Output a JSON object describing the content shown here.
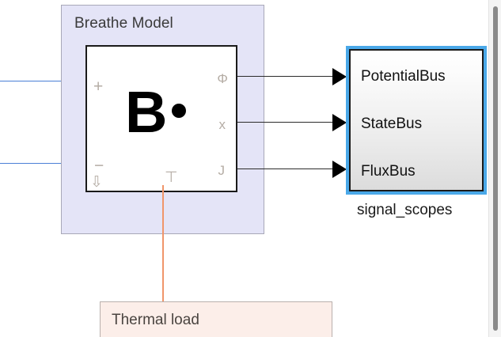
{
  "canvas": {
    "background": "#ffffff"
  },
  "breathe_model": {
    "title": "Breathe Model",
    "background_color": "#e4e4f7",
    "border_color": "#a8a8b8",
    "block": {
      "logo_text": "B",
      "logo_dot": "dot-glyph",
      "background_color": "#ffffff",
      "border_color": "#1a1a1a",
      "input_ports": [
        {
          "label": "+",
          "name": "positive-terminal"
        },
        {
          "label": "−",
          "name": "negative-terminal"
        },
        {
          "label": "⇩",
          "name": "down-arrow-port"
        }
      ],
      "bottom_ports": [
        {
          "label": "⊤",
          "name": "thermal-port"
        }
      ],
      "output_ports": [
        {
          "label": "Φ",
          "name": "phi-output-port"
        },
        {
          "label": "x",
          "name": "x-output-port"
        },
        {
          "label": "J",
          "name": "j-output-port"
        }
      ],
      "port_label_color": "#b5ada5"
    }
  },
  "signal_scopes": {
    "caption": "signal_scopes",
    "selection_color": "#4aa8e8",
    "border_color": "#1a1a1a",
    "inputs": [
      {
        "label": "PotentialBus",
        "name": "potential-bus-input"
      },
      {
        "label": "StateBus",
        "name": "state-bus-input"
      },
      {
        "label": "FluxBus",
        "name": "flux-bus-input"
      }
    ]
  },
  "thermal_load": {
    "title": "Thermal load",
    "background_color": "#fceee9",
    "border_color": "#b9b0ad",
    "connector_color": "#f0956a"
  },
  "wires": {
    "input_wire_color": "#4a7fd6",
    "signal_wire_color": "#2b2b2b",
    "arrowhead_color": "#000000",
    "input_wires": [
      {
        "name": "positive-input-wire"
      },
      {
        "name": "negative-input-wire"
      }
    ],
    "signal_wires": [
      {
        "name": "phi-to-potentialbus-wire"
      },
      {
        "name": "x-to-statebus-wire"
      },
      {
        "name": "j-to-fluxbus-wire"
      }
    ]
  },
  "scrollbar": {
    "track_color": "#f4f4f4",
    "thumb_color": "#8a8a8a"
  }
}
